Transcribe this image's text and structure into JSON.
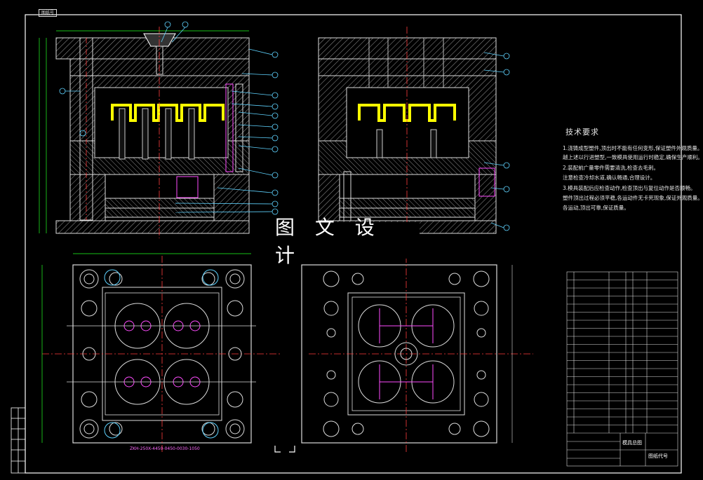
{
  "tech_requirements": {
    "title": "技术要求",
    "lines": [
      "1.浇铸成型塑件,顶出时不能有任何变形,保证塑件外观质量。",
      "越上述以行进塑型,一致模具使用运行时稳定,确保生产顺利。",
      "2.装配前广量零件需要清洗,检查去毛刺。",
      "注意检查冷却水道,确认畅通,合理设计。",
      "3.模具装配后应检查动作,检查顶出与复位动作是否顺畅。",
      "塑件顶出过程必须平稳,各运动件无卡死现象,保证外观质量。",
      "各运动,顶出可靠,保证质量。"
    ]
  },
  "watermark": "图 文 设 计",
  "top_left_tag": "图纸号",
  "bottom_code": "ZKH-250X-4450-0450-0030-1050",
  "title_block": {
    "name": "模具总图",
    "label": "图纸代号"
  },
  "colors": {
    "frame": "#ffffff",
    "plates": "#c8c8c8",
    "hatch": "#bdbdbd",
    "parts": "#ffff00",
    "centerline": "#ff3b3b",
    "callouts": "#5fd3ff",
    "magenta": "#ff4dff",
    "green": "#22ff22"
  }
}
